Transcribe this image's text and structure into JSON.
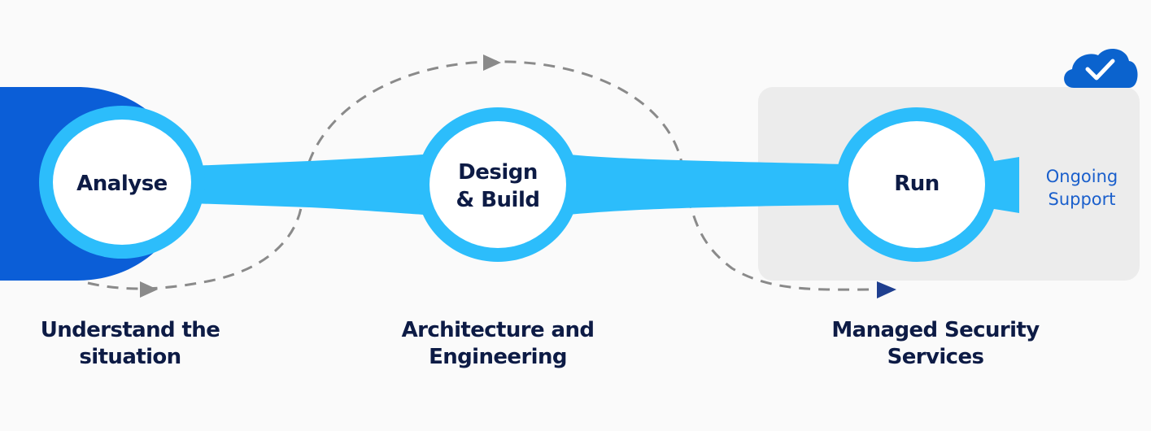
{
  "colors": {
    "background": "#fafafa",
    "ring": "#2cbdfb",
    "left_block": "#0b5ed7",
    "panel": "#ececec",
    "text_dark": "#0d1b45",
    "text_accent": "#1a5fcc",
    "dashed": "#8a8a8a",
    "arrow_end": "#1f3f8f",
    "cloud": "#0b63ce"
  },
  "stages": [
    {
      "title_lines": [
        "Analyse"
      ],
      "caption_lines": [
        "Understand the",
        "situation"
      ]
    },
    {
      "title_lines": [
        "Design",
        "& Build"
      ],
      "caption_lines": [
        "Architecture and",
        "Engineering"
      ]
    },
    {
      "title_lines": [
        "Run"
      ],
      "caption_lines": [
        "Managed Security",
        "Services"
      ]
    }
  ],
  "ongoing": {
    "lines": [
      "Ongoing",
      "Support"
    ]
  },
  "icons": {
    "cloud": "cloud-check-icon"
  }
}
